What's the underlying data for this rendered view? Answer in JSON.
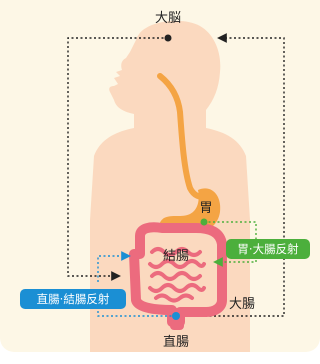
{
  "labels": {
    "brain": "大脳",
    "stomach": "胃",
    "colon": "結腸",
    "large_intestine": "大腸",
    "rectum": "直腸"
  },
  "reflexes": {
    "gastrocolic": {
      "label": "胃·大腸反射",
      "color": "#4caf3c"
    },
    "rectocolic": {
      "label": "直腸·結腸反射",
      "color": "#1b8fd4"
    }
  },
  "colors": {
    "body": "#fbd9bf",
    "esophagus_stomach": "#f4a444",
    "intestine": "#ec6b7e",
    "pathway": "#222222",
    "background": "#fdf7e6"
  }
}
